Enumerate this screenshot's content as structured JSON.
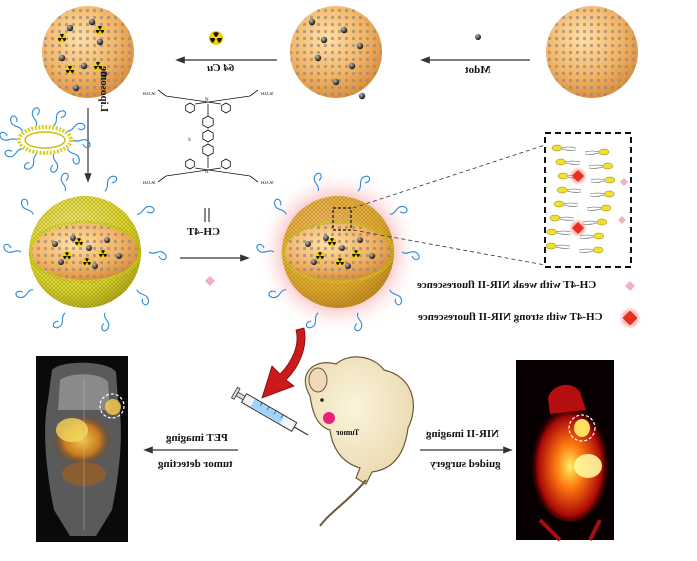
{
  "labels": {
    "mdot": "Mdot",
    "cu64": "64 Cu",
    "liposome": "Liposome",
    "ch4t": "CH-4T",
    "weak_legend": "CH-4T with weak NIR-II fluorescence",
    "strong_legend": "CH-4T with strong NIR-II fluorescence",
    "tumor": "Tumor",
    "pet_line1": "PET imaging",
    "pet_line2": "tumor detecting",
    "nir_line1": "NIR-II imaging",
    "nir_line2": "guided surgery",
    "so3h": "SO3H",
    "struct_n": "N",
    "struct_s": "S"
  },
  "colors": {
    "orange": "#f0b060",
    "particle_dot": "#8a7a6a",
    "liposome_yellow": "#e8e030",
    "red_glow": "#e83030",
    "pink_diamond": "#f4b0c0",
    "blue_peg": "#2a8ad8",
    "arrow_red": "#cc1a1a"
  }
}
